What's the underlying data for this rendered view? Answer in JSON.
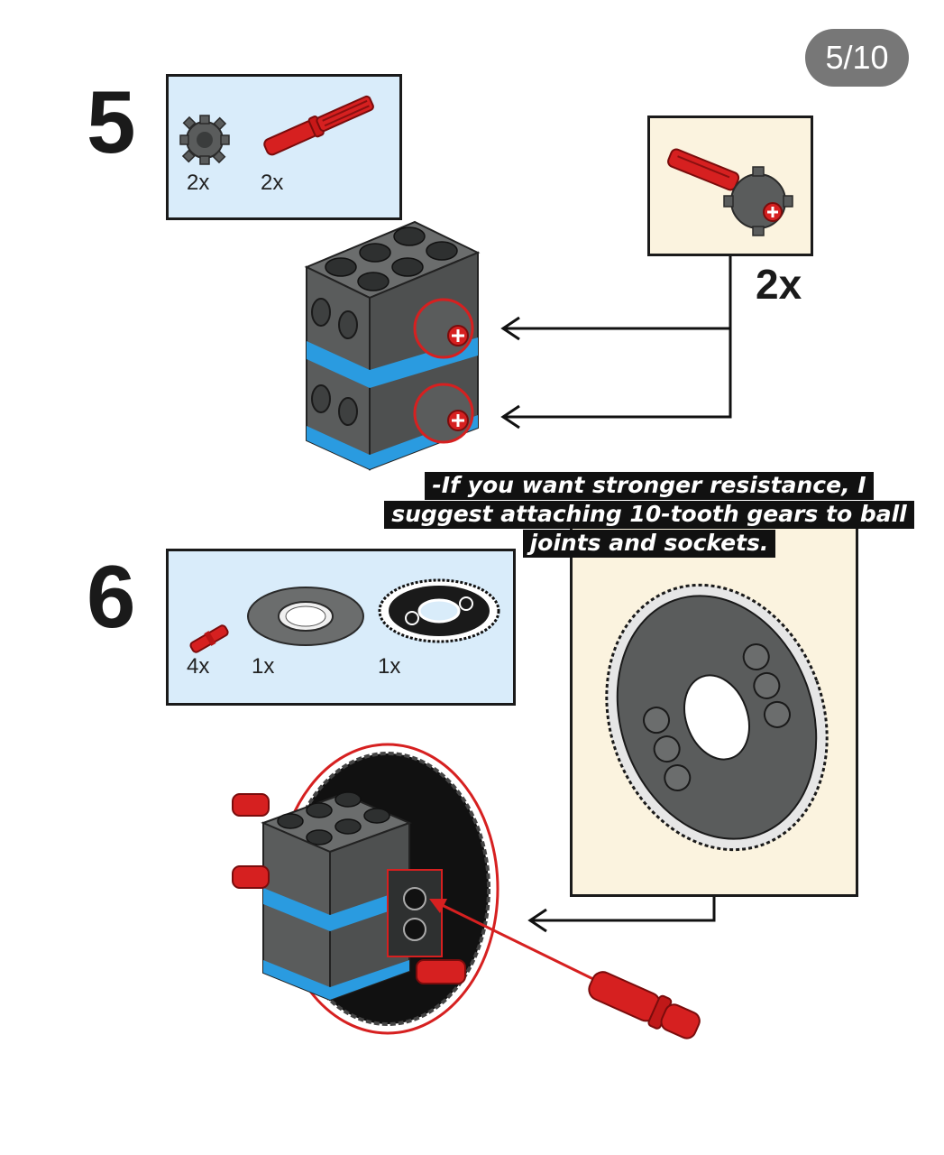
{
  "page_counter": "5/10",
  "step5": {
    "number": "5",
    "parts": [
      {
        "icon": "gear-10-tooth-icon",
        "qty": "2x"
      },
      {
        "icon": "red-axle-pin-icon",
        "qty": "2x"
      }
    ],
    "subassembly_qty": "2x"
  },
  "step6": {
    "number": "6",
    "parts": [
      {
        "icon": "small-red-pin-icon",
        "qty": "4x"
      },
      {
        "icon": "turntable-base-icon",
        "qty": "1x"
      },
      {
        "icon": "turntable-gear-icon",
        "qty": "1x"
      }
    ]
  },
  "callout": {
    "lines": [
      "-If you want stronger resistance, I",
      "suggest attaching 10-tooth gears to ball",
      "joints and sockets."
    ]
  },
  "colors": {
    "parts_box_bg": "#d9ecfa",
    "sub_box_bg": "#fbf3df",
    "brick_gray": "#5a5c5c",
    "accent_blue": "#2a9be0",
    "part_red": "#d62020",
    "counter_bg": "#777777"
  }
}
